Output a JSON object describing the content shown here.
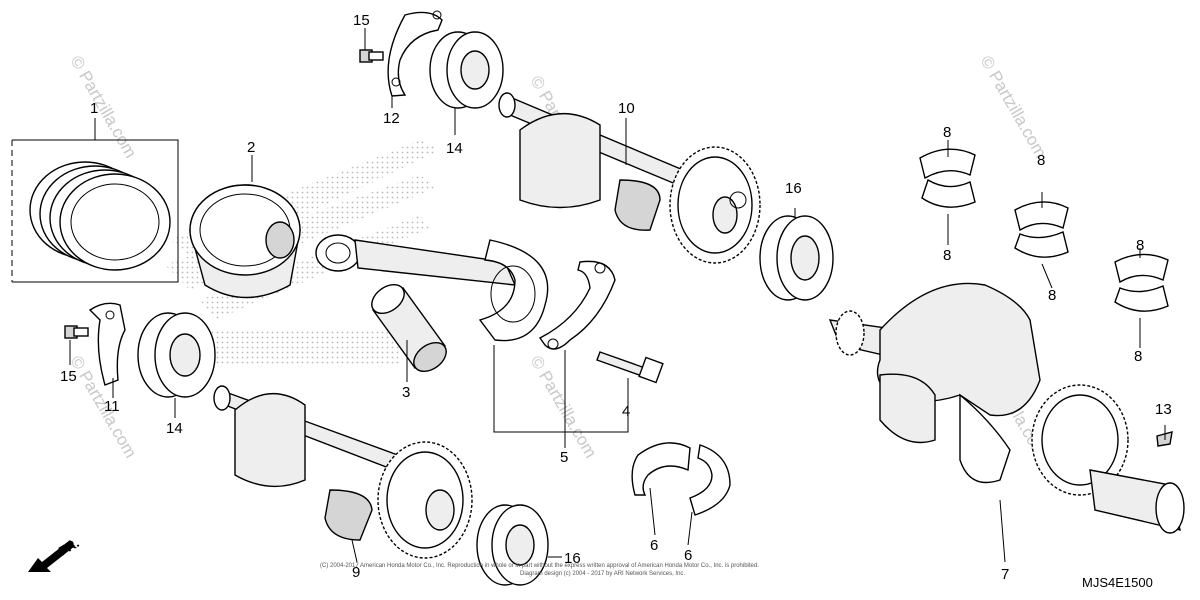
{
  "callouts": {
    "c1": "1",
    "c2": "2",
    "c3": "3",
    "c4": "4",
    "c5": "5",
    "c6a": "6",
    "c6b": "6",
    "c7": "7",
    "c8a": "8",
    "c8b": "8",
    "c8c": "8",
    "c8d": "8",
    "c8e": "8",
    "c8f": "8",
    "c9": "9",
    "c10": "10",
    "c11": "11",
    "c12": "12",
    "c13": "13",
    "c14a": "14",
    "c14b": "14",
    "c15a": "15",
    "c15b": "15",
    "c16a": "16",
    "c16b": "16"
  },
  "diagram_code": "MJS4E1500",
  "direction_label": "FR.",
  "watermarks": {
    "w1": "© Partzilla.com",
    "w2": "© Partzilla.com",
    "w3": "© Partzilla.com",
    "w4": "© Partzilla.com",
    "w5": "© Partzilla.com",
    "w6": "© Partzilla.com"
  },
  "fine_print": {
    "line1": "(C) 2004-2017 American Honda Motor Co., Inc. Reproduction in whole or in part without the express written approval of American Honda Motor Co., Inc. is prohibited.",
    "line2": "Diagram design (c) 2004 - 2017 by ARI Network Services, Inc."
  },
  "colors": {
    "ink": "#000000",
    "watermark": "#c8c8c8",
    "logo_stipple": "#b8b8b8"
  },
  "icons": {
    "direction_arrow": "arrow-left-down-icon"
  }
}
